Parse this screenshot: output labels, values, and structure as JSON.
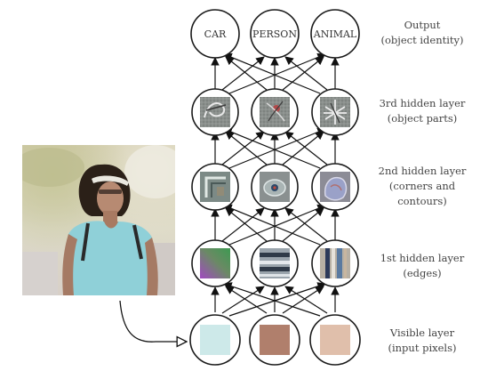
{
  "output_layer": {
    "nodes": [
      "CAR",
      "PERSON",
      "ANIMAL"
    ],
    "label_line1": "Output",
    "label_line2": "(object identity)"
  },
  "hidden3": {
    "label_line1": "3rd hidden layer",
    "label_line2": "(object parts)"
  },
  "hidden2": {
    "label_line1": "2nd hidden layer",
    "label_line2": "(corners and",
    "label_line3": "contours)"
  },
  "hidden1": {
    "label_line1": "1st hidden layer",
    "label_line2": "(edges)"
  },
  "visible": {
    "label_line1": "Visible layer",
    "label_line2": "(input pixels)"
  },
  "colors": {
    "node_stroke": "#1a1a1a",
    "arrow": "#111111",
    "visible_pixel_1": "#cde9e9",
    "visible_pixel_2": "#b07f6c",
    "visible_pixel_3": "#e0bfab"
  }
}
